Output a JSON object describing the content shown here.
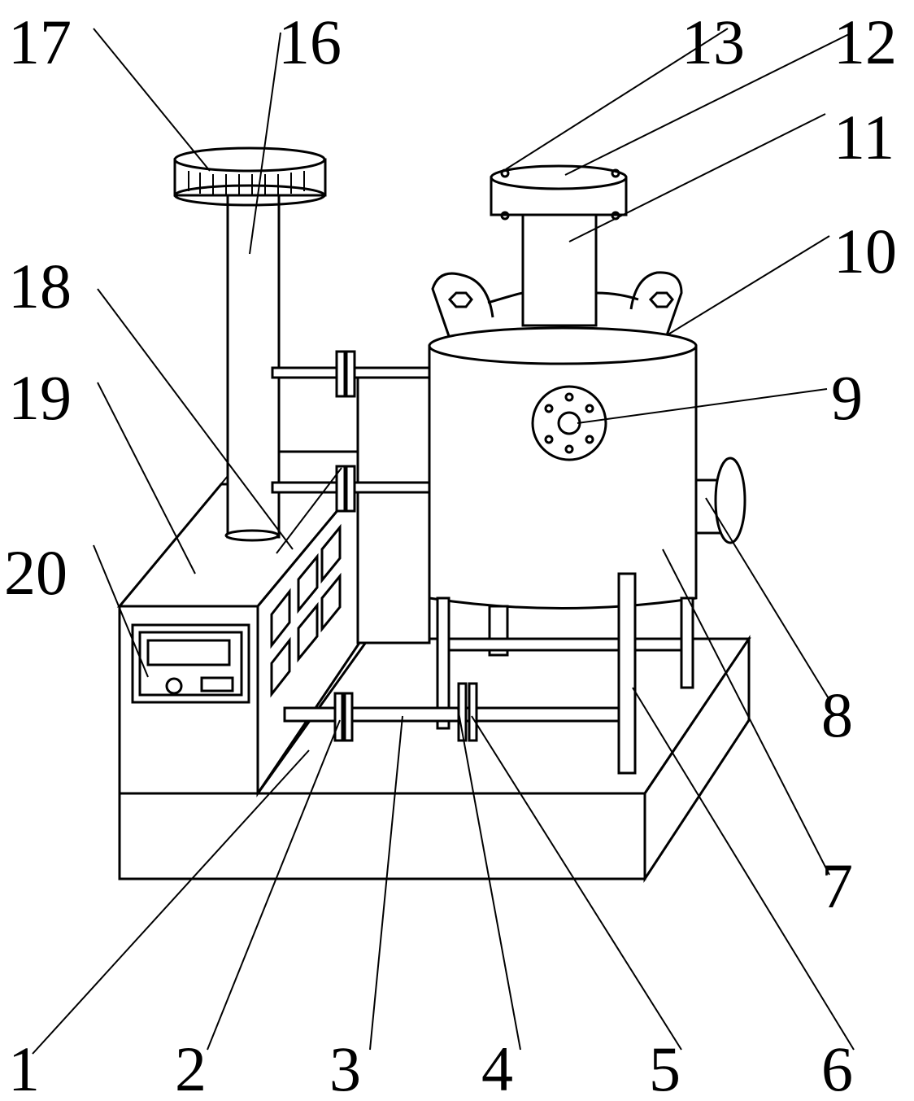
{
  "labels": {
    "l1": "1",
    "l2": "2",
    "l3": "3",
    "l4": "4",
    "l5": "5",
    "l6": "6",
    "l7": "7",
    "l8": "8",
    "l9": "9",
    "l10": "10",
    "l11": "11",
    "l12": "12",
    "l13": "13",
    "l16": "16",
    "l17": "17",
    "l18": "18",
    "l19": "19",
    "l20": "20"
  }
}
